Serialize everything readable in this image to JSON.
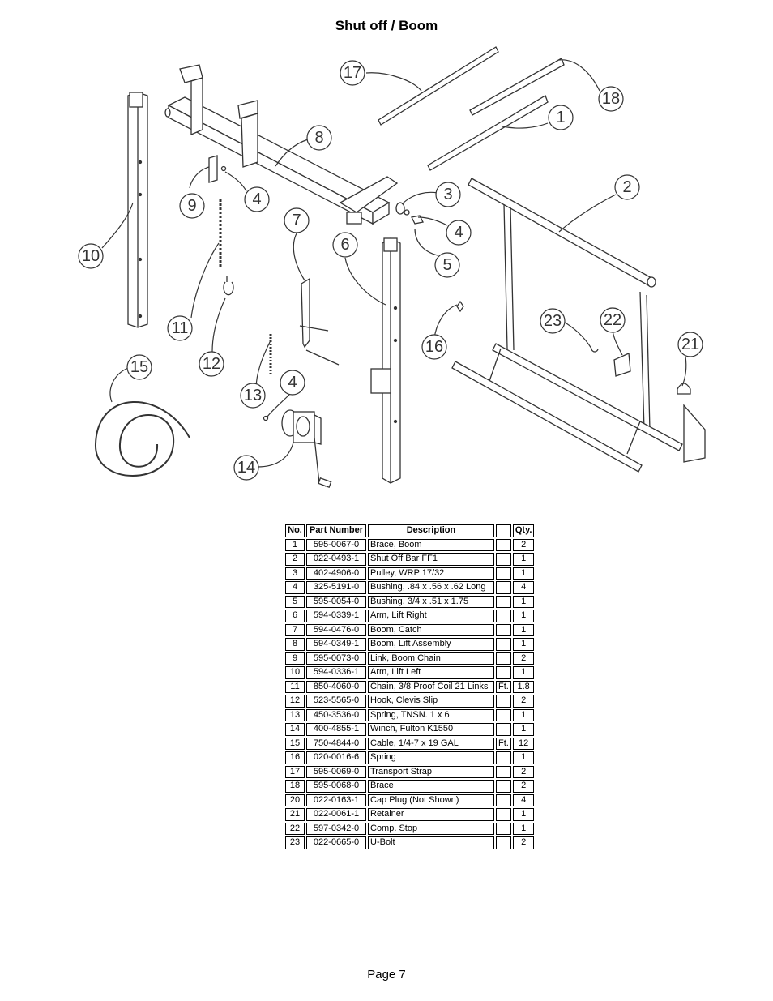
{
  "title": "Shut off / Boom",
  "callouts": [
    "17",
    "18",
    "1",
    "8",
    "9",
    "4",
    "3",
    "4",
    "2",
    "5",
    "10",
    "7",
    "6",
    "11",
    "12",
    "23",
    "22",
    "16",
    "21",
    "15",
    "13",
    "4",
    "14"
  ],
  "table": {
    "headers": {
      "no": "No.",
      "part": "Part Number",
      "desc": "Description",
      "unit": "",
      "qty": "Qty."
    },
    "rows": [
      {
        "no": "1",
        "part": "595-0067-0",
        "desc": "Brace, Boom",
        "unit": "",
        "qty": "2"
      },
      {
        "no": "2",
        "part": "022-0493-1",
        "desc": "Shut Off Bar FF1",
        "unit": "",
        "qty": "1"
      },
      {
        "no": "3",
        "part": "402-4906-0",
        "desc": "Pulley, WRP 17/32",
        "unit": "",
        "qty": "1"
      },
      {
        "no": "4",
        "part": "325-5191-0",
        "desc": "Bushing, .84 x .56 x .62 Long",
        "unit": "",
        "qty": "4"
      },
      {
        "no": "5",
        "part": "595-0054-0",
        "desc": "Bushing, 3/4 x .51 x 1.75",
        "unit": "",
        "qty": "1"
      },
      {
        "no": "6",
        "part": "594-0339-1",
        "desc": "Arm, Lift Right",
        "unit": "",
        "qty": "1"
      },
      {
        "no": "7",
        "part": "594-0476-0",
        "desc": "Boom, Catch",
        "unit": "",
        "qty": "1"
      },
      {
        "no": "8",
        "part": "594-0349-1",
        "desc": "Boom, Lift Assembly",
        "unit": "",
        "qty": "1"
      },
      {
        "no": "9",
        "part": "595-0073-0",
        "desc": "Link, Boom Chain",
        "unit": "",
        "qty": "2"
      },
      {
        "no": "10",
        "part": "594-0336-1",
        "desc": "Arm, Lift Left",
        "unit": "",
        "qty": "1"
      },
      {
        "no": "11",
        "part": "850-4060-0",
        "desc": "Chain, 3/8 Proof Coil 21 Links",
        "unit": "Ft.",
        "qty": "1.8"
      },
      {
        "no": "12",
        "part": "523-5565-0",
        "desc": "Hook, Clevis Slip",
        "unit": "",
        "qty": "2"
      },
      {
        "no": "13",
        "part": "450-3536-0",
        "desc": "Spring, TNSN. 1 x 6",
        "unit": "",
        "qty": "1"
      },
      {
        "no": "14",
        "part": "400-4855-1",
        "desc": "Winch, Fulton K1550",
        "unit": "",
        "qty": "1"
      },
      {
        "no": "15",
        "part": "750-4844-0",
        "desc": "Cable, 1/4-7 x 19 GAL",
        "unit": "Ft.",
        "qty": "12"
      },
      {
        "no": "16",
        "part": "020-0016-6",
        "desc": "Spring",
        "unit": "",
        "qty": "1"
      },
      {
        "no": "17",
        "part": "595-0069-0",
        "desc": "Transport Strap",
        "unit": "",
        "qty": "2"
      },
      {
        "no": "18",
        "part": "595-0068-0",
        "desc": "Brace",
        "unit": "",
        "qty": "2"
      },
      {
        "no": "20",
        "part": "022-0163-1",
        "desc": "Cap Plug (Not Shown)",
        "unit": "",
        "qty": "4"
      },
      {
        "no": "21",
        "part": "022-0061-1",
        "desc": "Retainer",
        "unit": "",
        "qty": "1"
      },
      {
        "no": "22",
        "part": "597-0342-0",
        "desc": "Comp. Stop",
        "unit": "",
        "qty": "1"
      },
      {
        "no": "23",
        "part": "022-0665-0",
        "desc": "U-Bolt",
        "unit": "",
        "qty": "2"
      }
    ]
  },
  "footer": "Page 7"
}
